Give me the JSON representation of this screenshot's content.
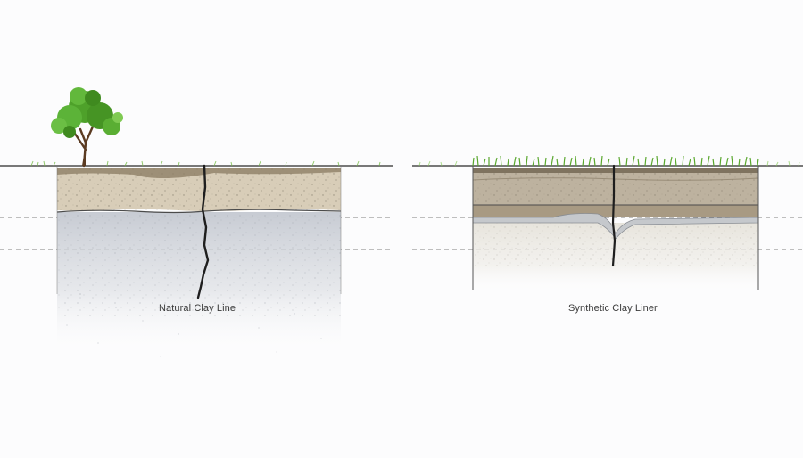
{
  "panels": [
    {
      "id": "natural",
      "caption": "Natural Clay Line"
    },
    {
      "id": "synthetic",
      "caption": "Synthetic Clay Liner"
    }
  ],
  "colors": {
    "background": "#fcfcfd",
    "ground_line": "#2a2a2a",
    "topsoil": "#d8cdb8",
    "clay_layer": "#c9ccd2",
    "synthetic_topsoil": "#bdb29f",
    "synthetic_mid": "#a89a83",
    "liner": "#c5c8cc",
    "grass": "#5aa72e",
    "tree_leaves": "#4ea12a",
    "crack": "#1e1e1e"
  },
  "icons": {
    "tree": "tree-icon",
    "grass": "grass-icon",
    "crack": "crack-icon"
  }
}
